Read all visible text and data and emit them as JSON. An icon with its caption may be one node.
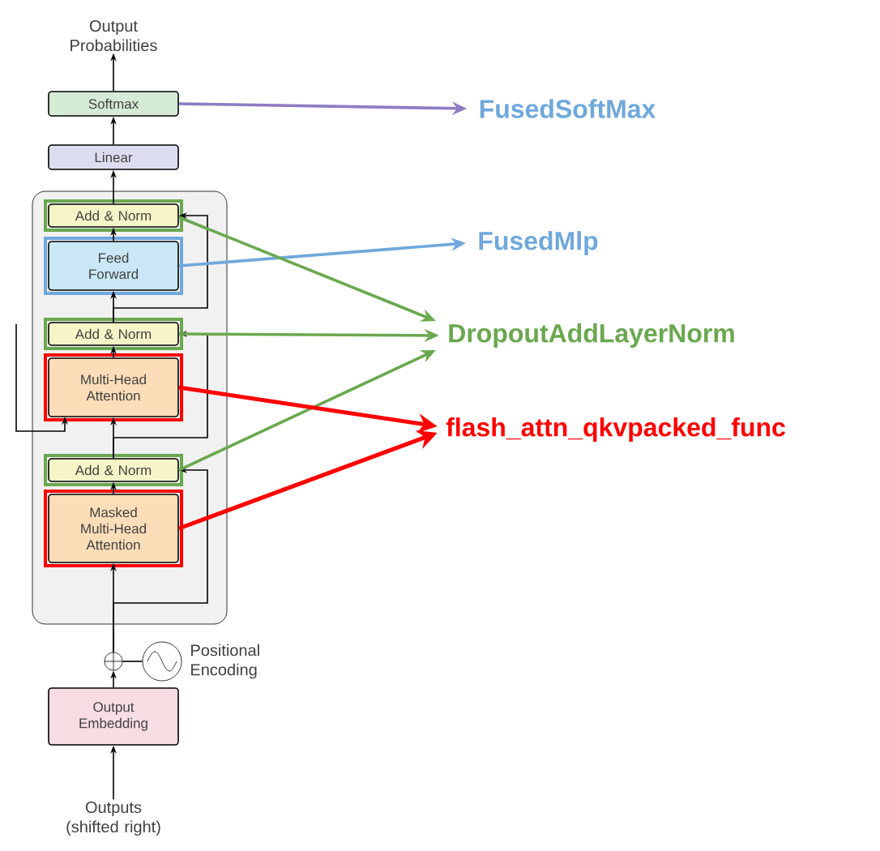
{
  "diagram": {
    "nodes": [
      {
        "text": [
          "Output Probabilities"
        ]
      },
      {
        "text": [
          "Softmax"
        ]
      },
      {
        "text": [
          "Linear"
        ]
      },
      {
        "text": [],
        "shape": "box"
      },
      {
        "text": [
          "Add & Norm"
        ],
        "in": 3
      },
      {
        "text": [
          "Feed Forward"
        ],
        "in": 3
      },
      {
        "text": [
          "Add & Norm"
        ],
        "in": 3
      },
      {
        "text": [
          "Multi-Head Attention"
        ],
        "in": 3
      },
      {
        "text": [
          "Add & Norm"
        ],
        "in": 3
      },
      {
        "text": [
          "Masked Multi-Head Attention"
        ],
        "in": 3
      },
      {
        "text": [],
        "shape": "circle"
      },
      {
        "text": [],
        "shape": "circle",
        "beside": [
          "Positional Encoding"
        ]
      },
      {
        "text": [
          "Output Embedding"
        ]
      },
      {
        "text": [
          "Outputs (shifted right)"
        ]
      },
      {
        "text": [
          "FusedSoftMax"
        ]
      },
      {
        "text": [
          "FusedMlp"
        ]
      },
      {
        "text": [
          "DropoutAddLayerNorm"
        ]
      },
      {
        "text": [
          "flash_attn_qkvpacked_func"
        ]
      }
    ],
    "edges": [
      {
        "from": 13,
        "to": 12,
        "arrow": "to"
      },
      {
        "from": 12,
        "to": 10,
        "arrow": "to"
      },
      {
        "from": 11,
        "to": 10,
        "arrow": "none"
      },
      {
        "from": 10,
        "to": 9,
        "arrow": "to"
      },
      {
        "from": 9,
        "to": 8,
        "arrow": "to"
      },
      {
        "from": 8,
        "to": 7,
        "arrow": "to"
      },
      {
        "from": null,
        "to": 7,
        "arrow": "to"
      },
      {
        "from": 7,
        "to": 6,
        "arrow": "to"
      },
      {
        "from": 6,
        "to": 5,
        "arrow": "to"
      },
      {
        "from": 5,
        "to": 4,
        "arrow": "to"
      },
      {
        "from": 4,
        "to": 2,
        "arrow": "to"
      },
      {
        "from": 2,
        "to": 1,
        "arrow": "to"
      },
      {
        "from": 1,
        "to": 0,
        "arrow": "to"
      },
      {
        "from": 10,
        "to": 8,
        "arrow": "to"
      },
      {
        "from": 8,
        "to": 6,
        "arrow": "to"
      },
      {
        "from": 6,
        "to": 4,
        "arrow": "to"
      },
      {
        "from": 1,
        "to": 14,
        "arrow": "to",
        "color": "#8e7cc3"
      },
      {
        "from": 5,
        "to": 15,
        "arrow": "to",
        "color": "#6fa8dc"
      },
      {
        "from": 4,
        "to": 16,
        "arrow": "to",
        "color": "#6aa84f"
      },
      {
        "from": 6,
        "to": 16,
        "arrow": "to",
        "color": "#6aa84f"
      },
      {
        "from": 8,
        "to": 16,
        "arrow": "to",
        "color": "#6aa84f"
      },
      {
        "from": 7,
        "to": 17,
        "arrow": "to",
        "style": "thick",
        "color": "#ff0000"
      },
      {
        "from": 9,
        "to": 17,
        "arrow": "to",
        "style": "thick",
        "color": "#ff0000"
      }
    ]
  }
}
